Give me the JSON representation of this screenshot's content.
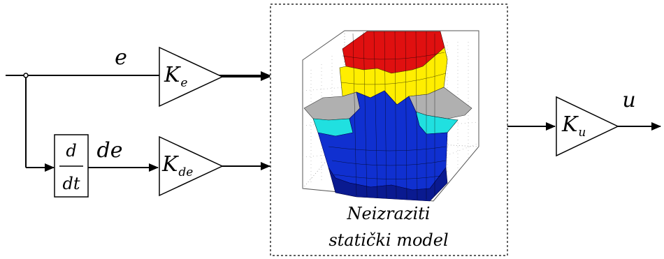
{
  "signals": {
    "error": "e",
    "derivative_error": "de",
    "output": "u"
  },
  "gains": {
    "error": {
      "symbol": "K",
      "subscript": "e"
    },
    "derivative": {
      "symbol": "K",
      "subscript": "de"
    },
    "output": {
      "symbol": "K",
      "subscript": "u"
    }
  },
  "differentiator": {
    "numerator": "d",
    "denominator": "dt"
  },
  "fuzzy_model": {
    "caption_line1": "Neizraziti",
    "caption_line2": "statički model"
  },
  "colors": {
    "line": "#000000",
    "surface_red": "#e01010",
    "surface_yellow": "#ffee00",
    "surface_gray": "#b0b0b0",
    "surface_cyan": "#20e0e0",
    "surface_blue": "#1030d0",
    "surface_dark_blue": "#0a1a90"
  }
}
